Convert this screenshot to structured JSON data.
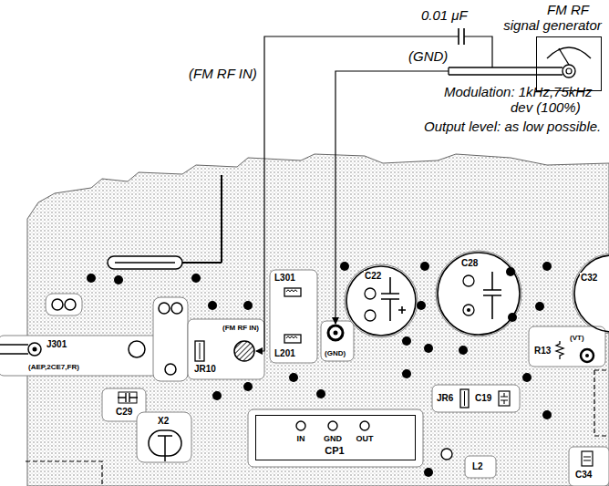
{
  "diagram": {
    "nodes": [
      {
        "text": [
          "FM RF signal generator"
        ]
      },
      {
        "text": [
          "IN",
          "GND",
          "OUT",
          "CP1"
        ]
      }
    ],
    "labels": [
      "0.01 μF",
      "(FM RF IN)",
      "(GND)",
      "Modulation: 1kHz,75kHz dev (100%)",
      "Output level: as low possible.",
      "L301",
      "C22",
      "C28",
      "C32",
      "(FM RF IN)",
      "JR10",
      "L201",
      "(GND)",
      "J301",
      "(AEP,2CE7,FR)",
      "C29",
      "X2",
      "JR6",
      "C19",
      "R13",
      "(VT)",
      "L2",
      "C34"
    ]
  }
}
